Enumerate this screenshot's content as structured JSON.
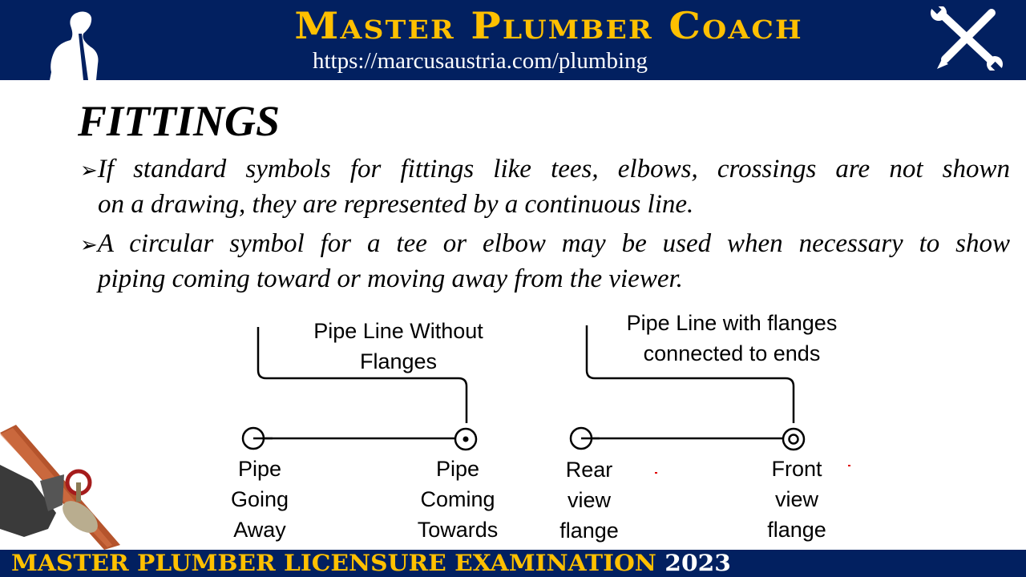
{
  "header": {
    "title": "Master Plumber Coach",
    "url": "https://marcusaustria.com/plumbing",
    "logo_icon": "person-silhouette-icon",
    "tools_icon": "wrench-pencil-crossed-icon"
  },
  "slide": {
    "title": "FITTINGS",
    "bullets": [
      {
        "marker": "➢",
        "line1": "If standard symbols for fittings like tees, elbows, crossings are not shown",
        "line2": "on a drawing, they are represented by a continuous line."
      },
      {
        "marker": "➢",
        "line1": "A circular symbol for a tee or elbow may be used when necessary  to  show",
        "line2": "piping  coming  toward  or moving away from the viewer."
      }
    ]
  },
  "diagram": {
    "left": {
      "caption_line1": "Pipe Line Without",
      "caption_line2": "Flanges",
      "end_a_label": [
        "Pipe",
        "Going",
        "Away"
      ],
      "end_b_label": [
        "Pipe",
        "Coming",
        "Towards"
      ]
    },
    "right": {
      "caption_line1": "Pipe Line with flanges",
      "caption_line2": "connected to ends",
      "end_a_label": [
        "Rear",
        "view",
        "flange"
      ],
      "end_b_label": [
        "Front",
        "view",
        "flange"
      ]
    }
  },
  "footer": {
    "text": "MASTER PLUMBER LICENSURE EXAMINATION",
    "year": "2023"
  },
  "colors": {
    "brand_navy": "#022060",
    "brand_gold": "#FFC000"
  }
}
